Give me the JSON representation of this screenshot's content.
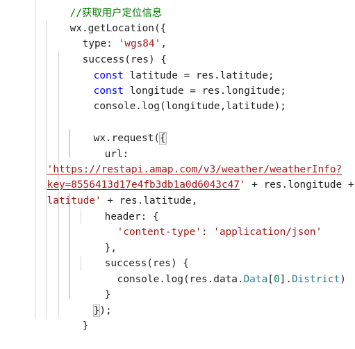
{
  "code": {
    "line0": {
      "comment": "//获取用户定位信息"
    },
    "line1": {
      "call": "wx.getLocation",
      "open": "({"
    },
    "line2": {
      "key": "type: ",
      "value": "'wgs84'",
      "tail": ","
    },
    "line3": {
      "text": "success(res) {"
    },
    "line4": {
      "kw": "const",
      "rest": " latitude = res.latitude;"
    },
    "line5": {
      "kw": "const",
      "rest": " longitude = res.longitude;"
    },
    "line6": {
      "text": "console.log(longitude,latitude);"
    },
    "line8": {
      "call": "wx.request",
      "open": "(",
      "brace": "{"
    },
    "line9": {
      "text": "url:"
    },
    "line10": {
      "str": "'https://restapi.amap.com/v3/weather/weatherInfo?"
    },
    "line11": {
      "str": "key=8556413d17e4fb3db1a0d6043c47",
      "strEnd": "'",
      "mid": " + res.longitude + ",
      "str2": "'&"
    },
    "line12": {
      "str": "latitude'",
      "rest": " + res.latitude,"
    },
    "line13": {
      "text": "header: {"
    },
    "line14": {
      "key": "'content-type'",
      "sep": ": ",
      "value": "'application/json'"
    },
    "line15": {
      "text": "},"
    },
    "line16": {
      "text": "success(res) {"
    },
    "line17": {
      "pre": "console.log(res.data.",
      "prop": "Data",
      "b1": "[",
      "num": "0",
      "b2": "].",
      "prop2": "District",
      "close": ")"
    },
    "line18": {
      "text": "}"
    },
    "line19": {
      "brace": "}",
      "rest": ");"
    },
    "line20": {
      "text": "}"
    }
  },
  "colors": {
    "keyword": "#0000ff",
    "string": "#a31515",
    "number": "#098658",
    "property": "#267f99",
    "comment": "#008000",
    "text": "#1f1f1f",
    "indent_guide": "#d6d6d6"
  }
}
